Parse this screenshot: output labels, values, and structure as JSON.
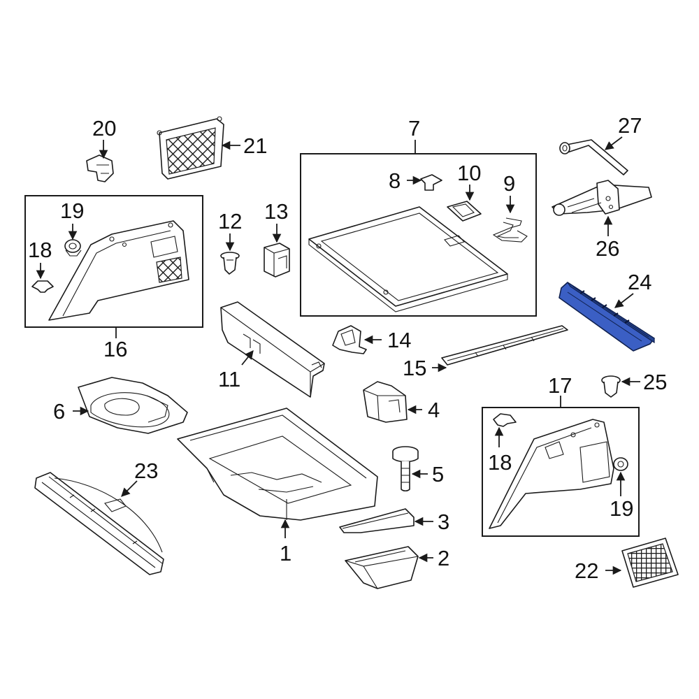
{
  "callouts": {
    "c1": "1",
    "c2": "2",
    "c3": "3",
    "c4": "4",
    "c5": "5",
    "c6": "6",
    "c7": "7",
    "c8": "8",
    "c9": "9",
    "c10": "10",
    "c11": "11",
    "c12": "12",
    "c13": "13",
    "c14": "14",
    "c15": "15",
    "c16": "16",
    "c17": "17",
    "c18a": "18",
    "c18b": "18",
    "c19a": "19",
    "c19b": "19",
    "c20": "20",
    "c21": "21",
    "c22": "22",
    "c23": "23",
    "c24": "24",
    "c25": "25",
    "c26": "26",
    "c27": "27"
  },
  "colors": {
    "highlight": "#3b5fc4",
    "line": "#1a1a1a",
    "background": "#ffffff"
  },
  "highlighted_part": "24"
}
